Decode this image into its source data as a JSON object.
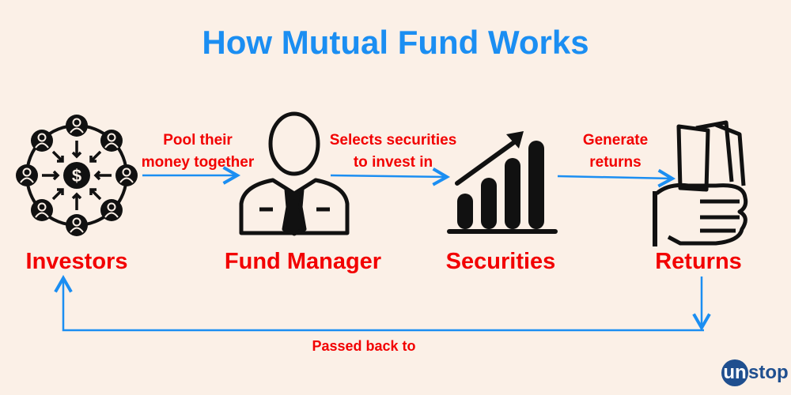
{
  "title": "How Mutual Fund Works",
  "steps": [
    {
      "label": "Investors",
      "icon": "investors-network-icon"
    },
    {
      "label": "Fund Manager",
      "icon": "fund-manager-icon"
    },
    {
      "label": "Securities",
      "icon": "growth-chart-icon"
    },
    {
      "label": "Returns",
      "icon": "hand-with-money-icon"
    }
  ],
  "arrows": [
    {
      "line1": "Pool their",
      "line2": "money together"
    },
    {
      "line1": "Selects securities",
      "line2": "to invest in"
    },
    {
      "line1": "Generate",
      "line2": "returns"
    }
  ],
  "return_arrow": "Passed back to",
  "logo": {
    "prefix": "un",
    "suffix": "stop"
  },
  "colors": {
    "title": "#1b8ef2",
    "labels": "#f20000",
    "arrows": "#1b8ef2",
    "background": "#fbf0e7"
  }
}
